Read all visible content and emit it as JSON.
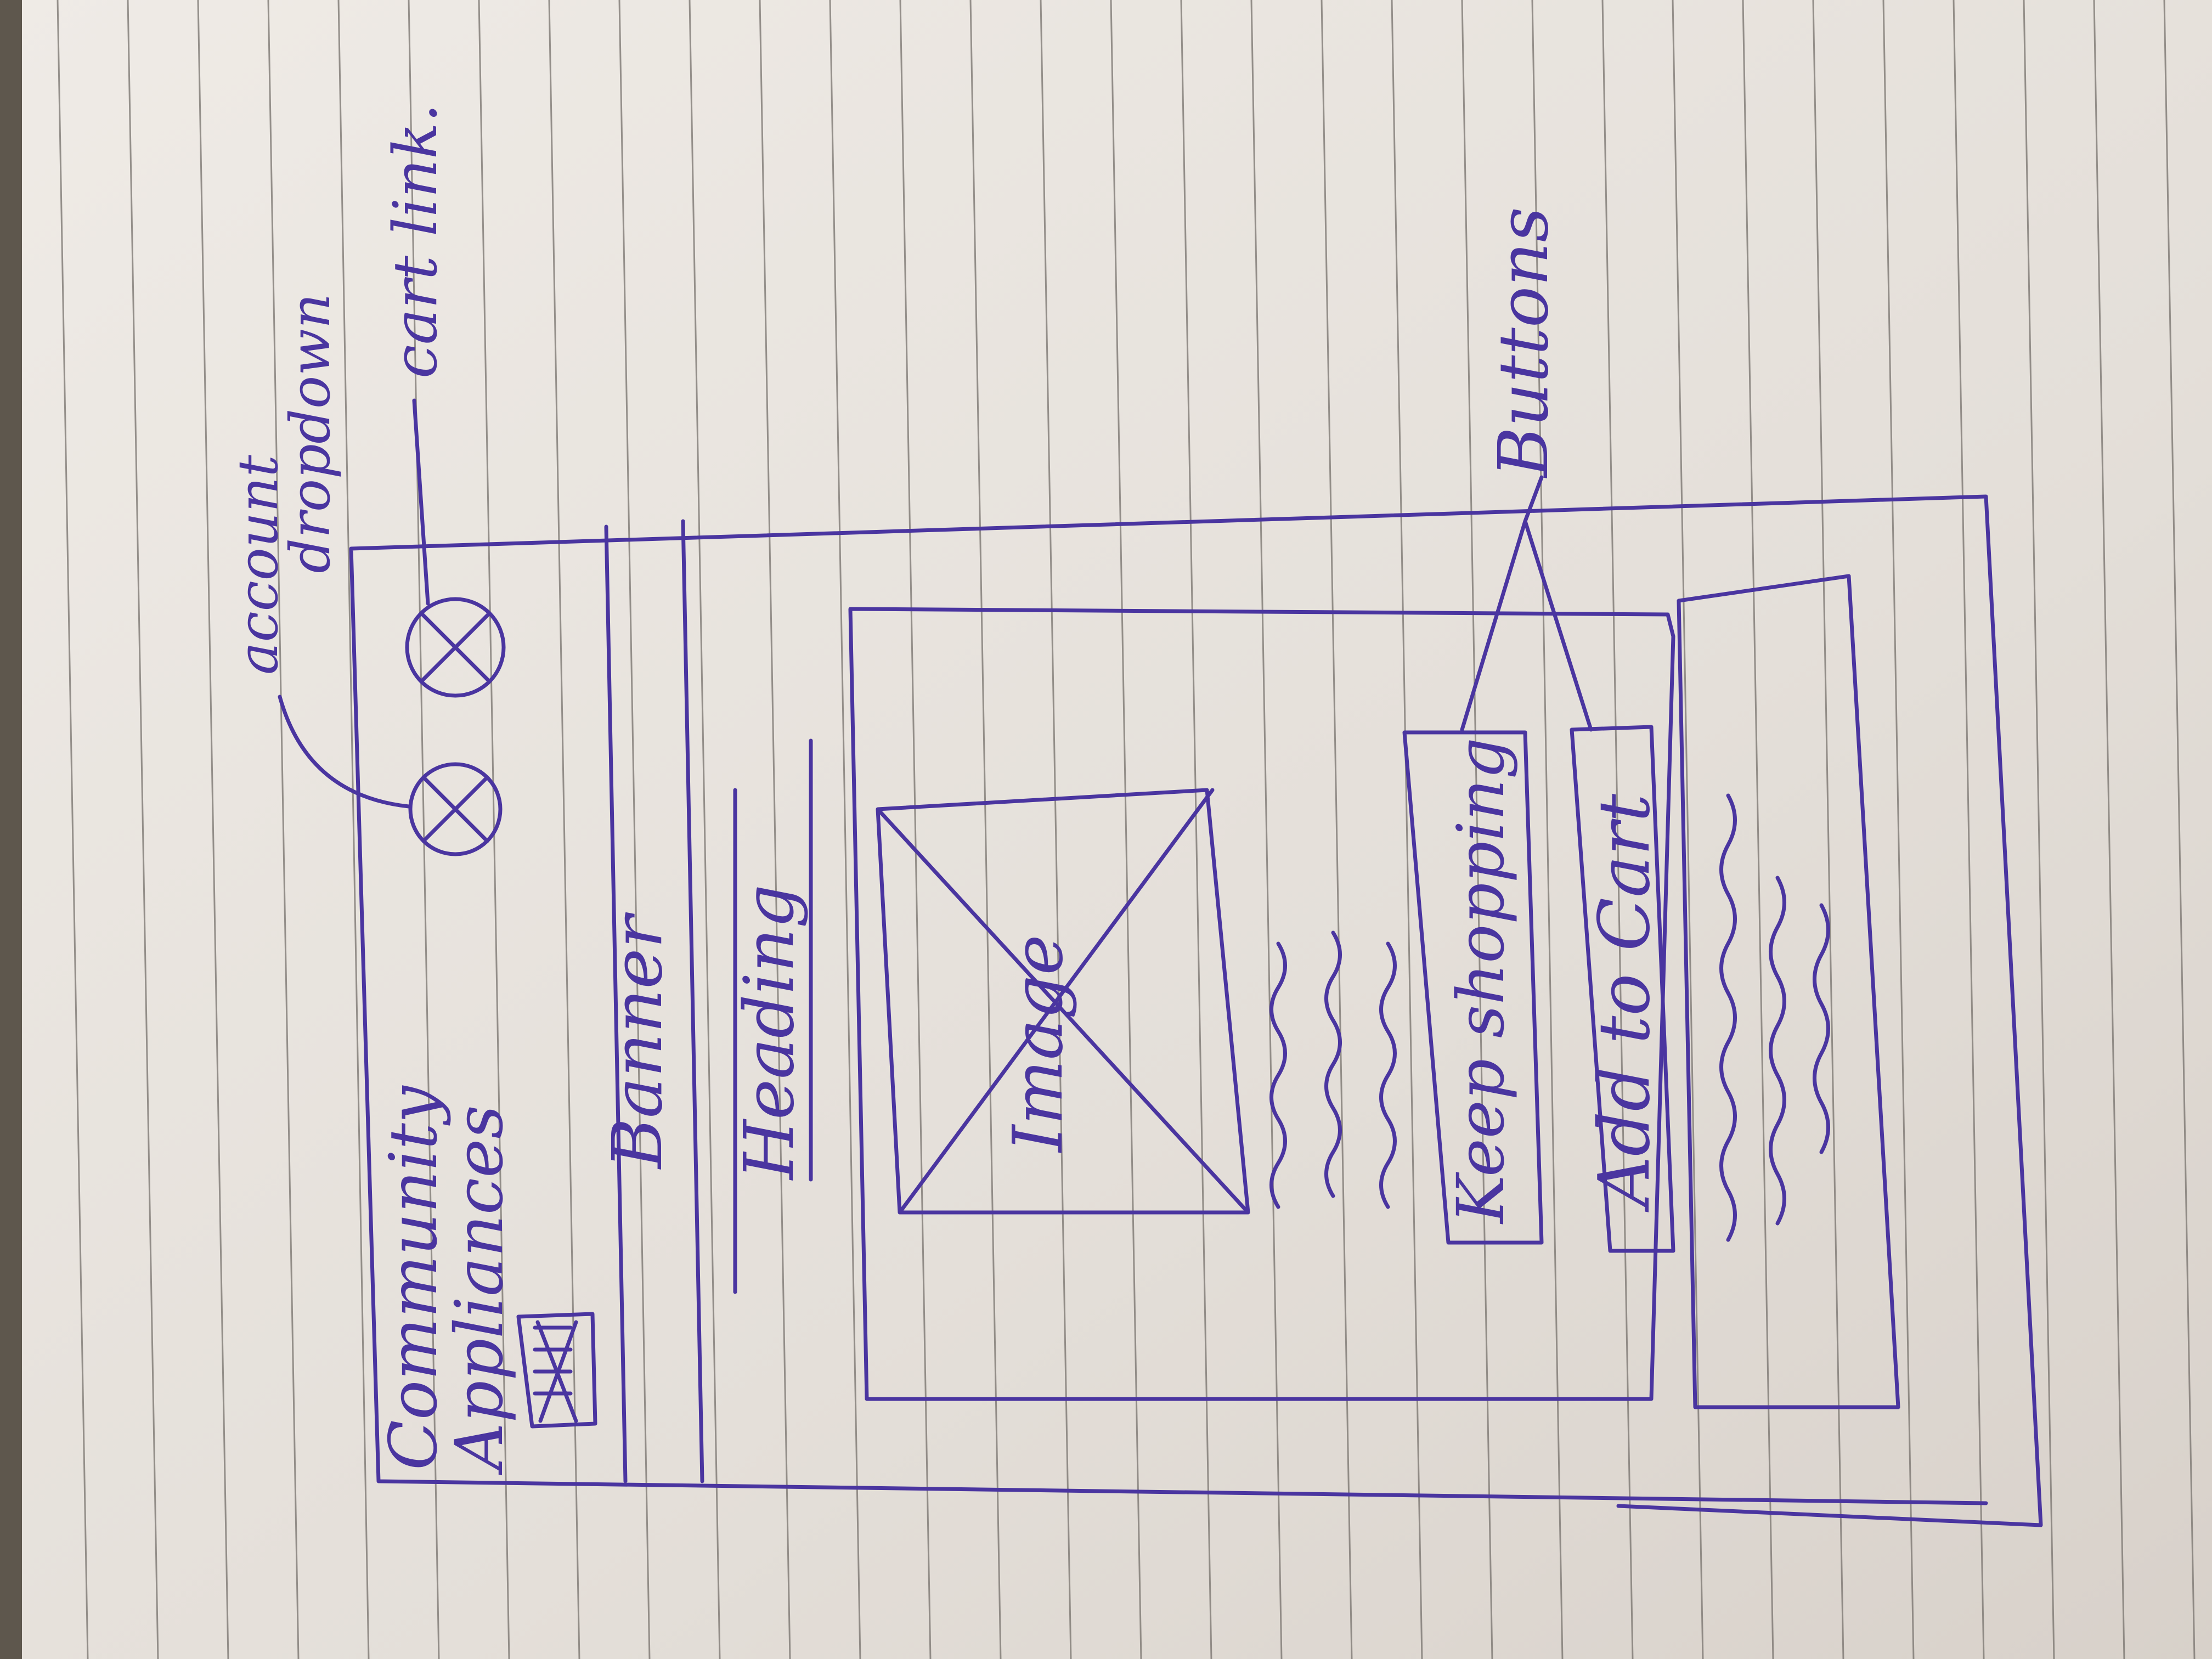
{
  "colors": {
    "paper": "#e6e1dc",
    "paper_shadow": "#cfc8c0",
    "ruled_line": "#6e6a66",
    "ink": "#4a35a0"
  },
  "wireframe": {
    "brand": {
      "line1": "Community",
      "line2": "Appliances"
    },
    "banner_label": "Banner",
    "heading_label": "Heading",
    "image_label": "Image",
    "keep_shopping_label": "Keep shopping",
    "add_to_cart_label": "Add to Cart"
  },
  "annotations": {
    "account_line1": "account",
    "account_line2": "dropdown",
    "cart_link": "cart link.",
    "buttons": "Buttons"
  }
}
